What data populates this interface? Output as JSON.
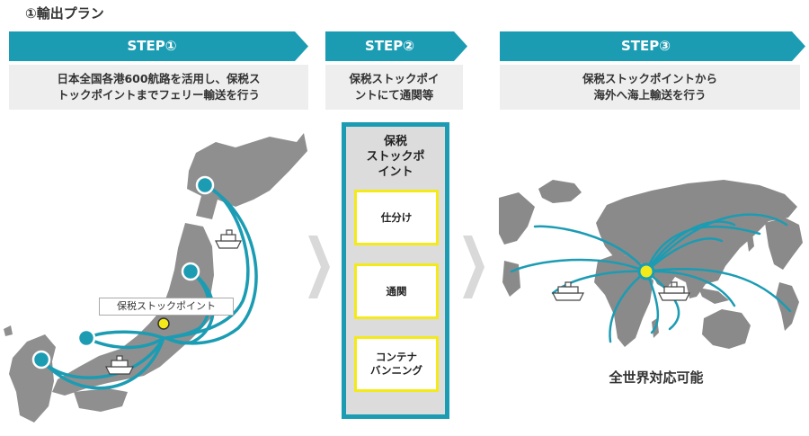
{
  "title": "①輸出プラン",
  "accent_color": "#1b9cb3",
  "highlight_color": "#f4ea1a",
  "steps": [
    {
      "label": "STEP①",
      "description": [
        "日本全国各港600航路を活用し、保税ス",
        "トックポイントまでフェリー輸送を行う"
      ]
    },
    {
      "label": "STEP②",
      "description": [
        "保税ストックポイ",
        "ントにて通関等"
      ]
    },
    {
      "label": "STEP③",
      "description": [
        "保税ストックポイントから",
        "海外へ海上輸送を行う"
      ]
    }
  ],
  "bonded_point": {
    "title": [
      "保税",
      "ストックポ",
      "イント"
    ],
    "tasks": [
      {
        "lines": [
          "仕分け"
        ]
      },
      {
        "lines": [
          "通関"
        ]
      },
      {
        "lines": [
          "コンテナ",
          "バンニング"
        ]
      }
    ]
  },
  "japan_map": {
    "stock_point_label": "保税ストックポイント",
    "icon": "ferry-ship-icon"
  },
  "world_map": {
    "caption": "全世界対応可能",
    "icon": "cargo-ship-icon"
  }
}
